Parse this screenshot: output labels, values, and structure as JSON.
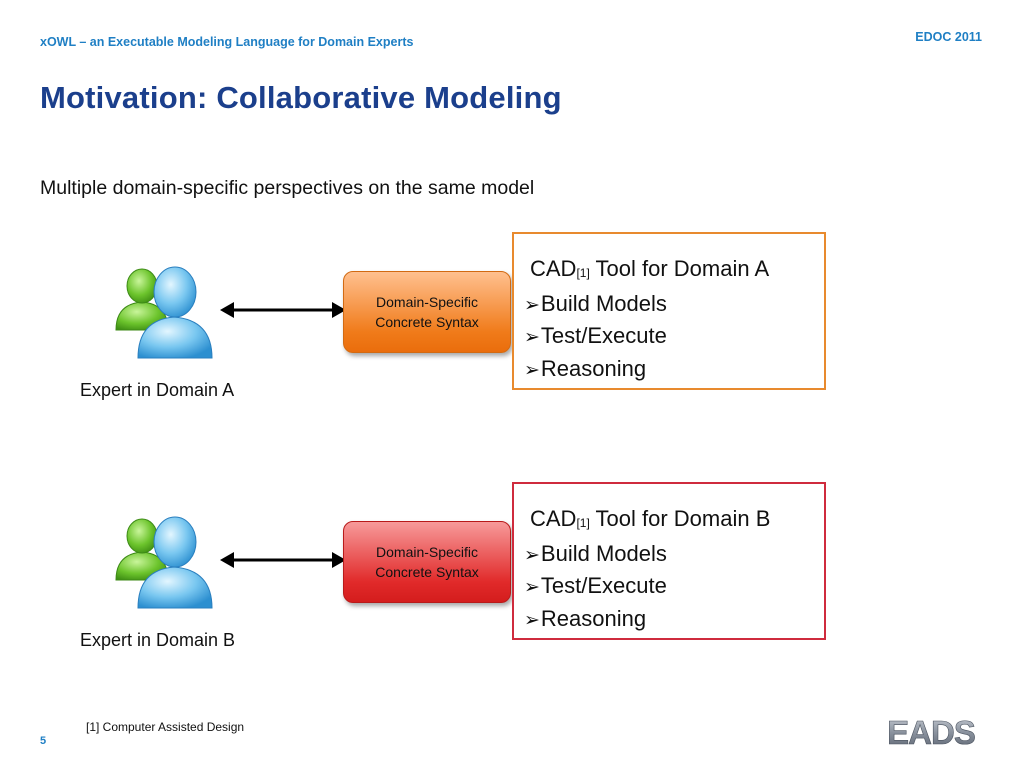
{
  "header": {
    "presentation_title": "xOWL – an Executable Modeling Language for Domain Experts",
    "event": "EDOC 2011"
  },
  "slide": {
    "title": "Motivation: Collaborative Modeling",
    "subtitle": "Multiple domain-specific perspectives on the same model"
  },
  "domain_a": {
    "expert_label": "Expert in Domain A",
    "syntax_line1": "Domain-Specific",
    "syntax_line2": "Concrete Syntax",
    "tool_title_prefix": "CAD",
    "tool_title_ref": "[1]",
    "tool_title_suffix": "Tool for Domain A",
    "bullets": [
      "Build Models",
      "Test/Execute",
      "Reasoning"
    ],
    "box_color": "#e88a2e"
  },
  "domain_b": {
    "expert_label": "Expert in Domain B",
    "syntax_line1": "Domain-Specific",
    "syntax_line2": "Concrete Syntax",
    "tool_title_prefix": "CAD",
    "tool_title_ref": "[1]",
    "tool_title_suffix": "Tool for Domain B",
    "bullets": [
      "Build Models",
      "Test/Execute",
      "Reasoning"
    ],
    "box_color": "#cf2b3d"
  },
  "bullet_glyph": "➢",
  "icons": {
    "users": "users-icon",
    "arrow": "double-arrow-icon"
  },
  "footer": {
    "footnote": "[1] Computer Assisted Design",
    "page_number": "5",
    "logo_text": "EADS"
  }
}
